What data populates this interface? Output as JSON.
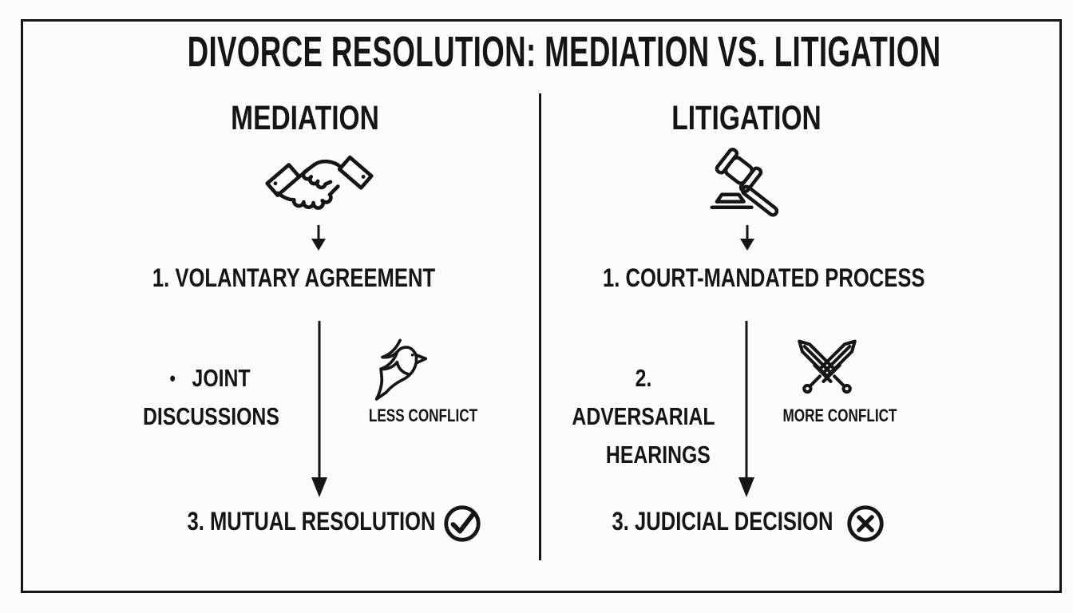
{
  "title": "DIVORCE RESOLUTION: MEDIATION VS. LITIGATION",
  "mediation": {
    "heading": "MEDIATION",
    "icon": "handshake-icon",
    "step1": "1. VOLANTARY AGREEMENT",
    "step2_bullet": "•",
    "step2_line1": "JOINT",
    "step2_line2": "DISCUSSIONS",
    "conflict_label": "LESS CONFLICT",
    "conflict_icon": "dove-icon",
    "step3": "3. MUTUAL RESOLUTION",
    "outcome_icon": "check-circle-icon"
  },
  "litigation": {
    "heading": "LITIGATION",
    "icon": "gavel-icon",
    "step1": "1. COURT-MANDATED PROCESS",
    "step2_line1": "2. ADVERSARIAL",
    "step2_line2": "HEARINGS",
    "conflict_label": "MORE CONFLICT",
    "conflict_icon": "crossed-swords-icon",
    "step3": "3. JUDICIAL DECISION",
    "outcome_icon": "x-circle-icon"
  },
  "colors": {
    "ink": "#151515",
    "background": "#fcfcfa"
  }
}
